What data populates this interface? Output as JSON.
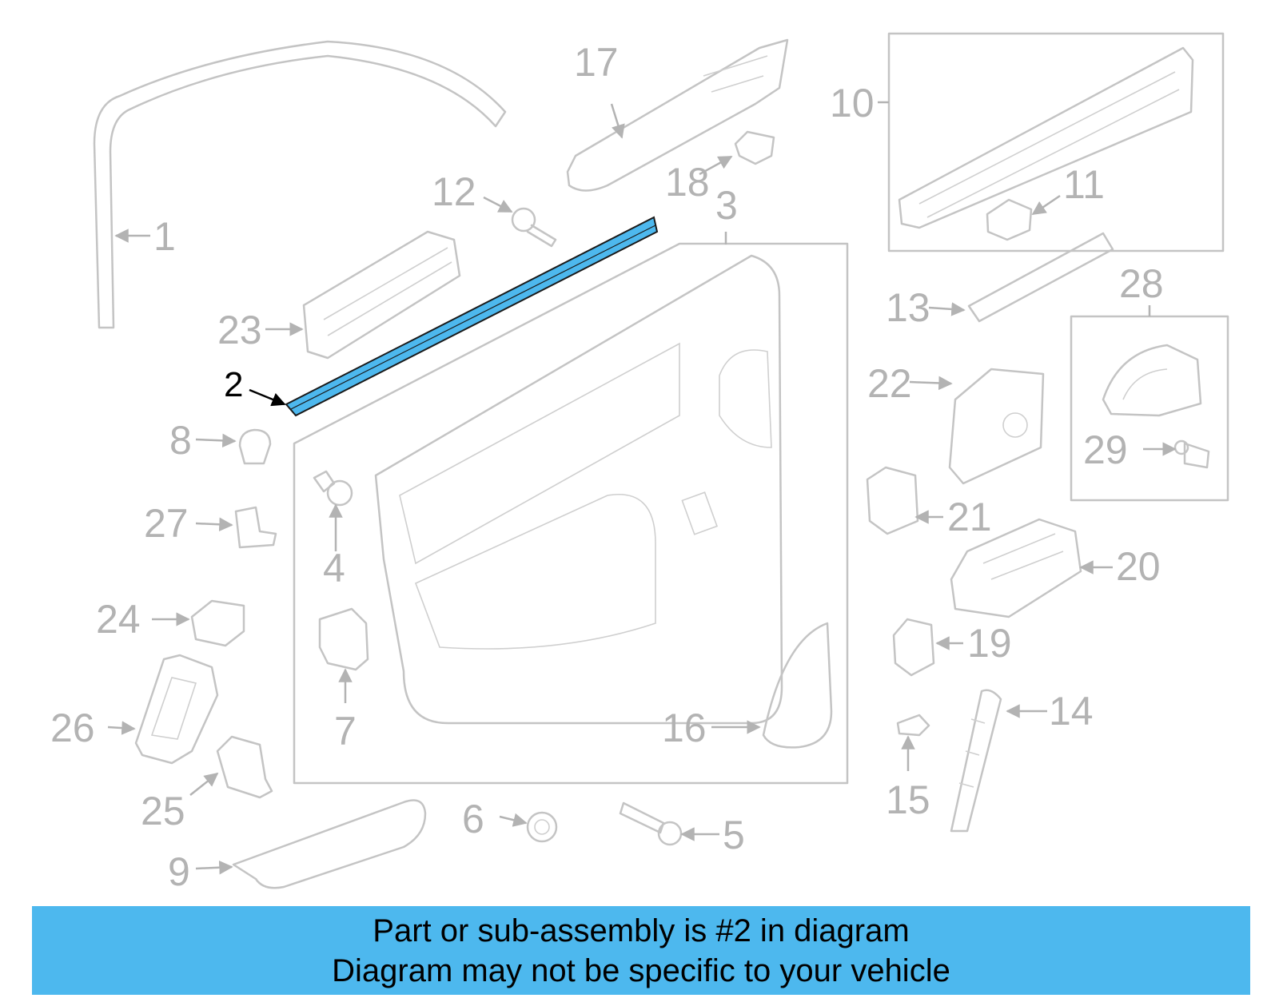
{
  "diagram": {
    "highlight_color": "#4db8ee",
    "highlighted_part": "2",
    "callouts": [
      "1",
      "2",
      "3",
      "4",
      "5",
      "6",
      "7",
      "8",
      "9",
      "10",
      "11",
      "12",
      "13",
      "14",
      "15",
      "16",
      "17",
      "18",
      "19",
      "20",
      "21",
      "22",
      "23",
      "24",
      "25",
      "26",
      "27",
      "28",
      "29"
    ]
  },
  "banner": {
    "line1": "Part or sub-assembly is #2 in diagram",
    "line2": "Diagram may not be specific to your vehicle"
  }
}
